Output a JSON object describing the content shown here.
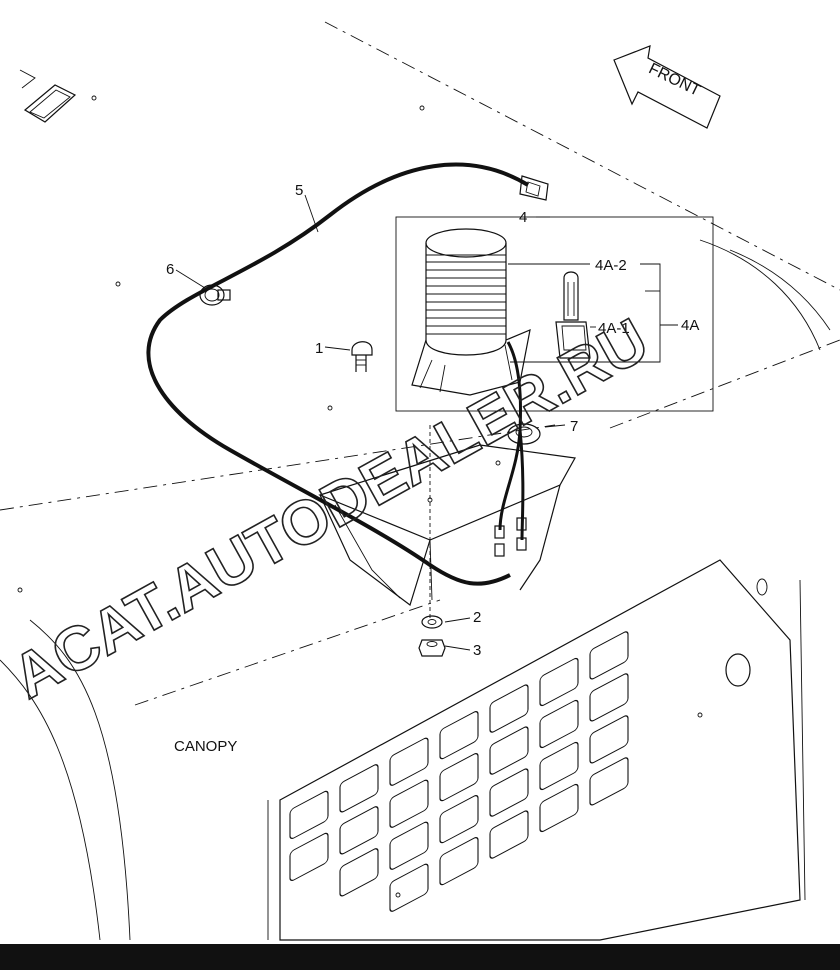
{
  "watermark": "ACAT.AUTODEALER.RU",
  "labels": {
    "front": "FRONT",
    "canopy": "CANOPY",
    "p1": "1",
    "p2": "2",
    "p3": "3",
    "p4": "4",
    "p4a": "4A",
    "p4a1": "4A-1",
    "p4a2": "4A-2",
    "p5": "5",
    "p6": "6",
    "p7": "7"
  }
}
